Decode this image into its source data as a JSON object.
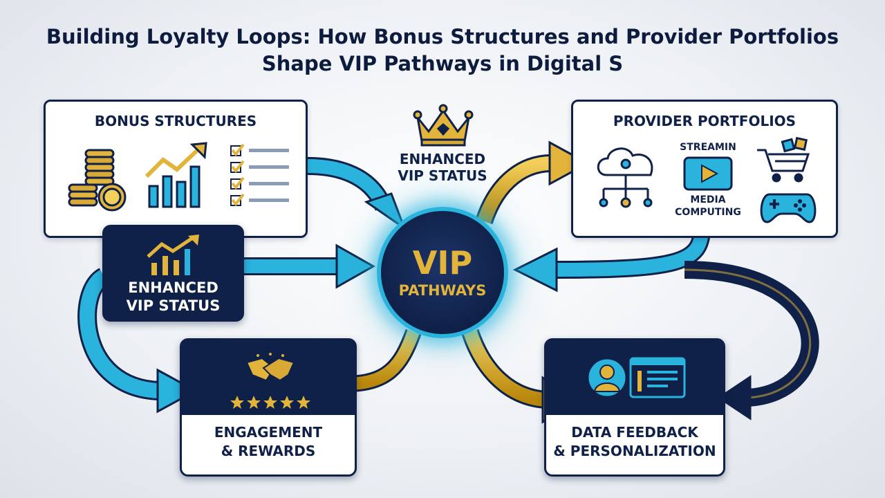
{
  "title": {
    "line1": "Building Loyalty Loops: How Bonus Structures and Provider Portfolios",
    "line2": "Shape VIP Pathways in Digital S"
  },
  "bonus_structures": {
    "title": "BONUS STRUCTURES"
  },
  "provider_portfolios": {
    "title": "PROVIDER PORTFOLIOS",
    "streaming_label": "STREAMIN",
    "media_label": "MEDIA",
    "computing_label": "COMPUTING"
  },
  "top_status": {
    "line1": "ENHANCED",
    "line2": "VIP STATUS"
  },
  "left_status": {
    "line1": "ENHANCED",
    "line2": "VIP STATUS"
  },
  "hub": {
    "line1": "VIP",
    "line2": "PATHWAYS"
  },
  "engagement": {
    "line1": "ENGAGEMENT",
    "line2": "& REWARDS"
  },
  "data_feedback": {
    "line1": "DATA FEEDBACK",
    "line2": "& PERSONALIZATION"
  },
  "colors": {
    "navy": "#0f2148",
    "cyan": "#2ab3dc",
    "gold": "#e3b43b",
    "deep_navy": "#0d1b3e"
  },
  "icons": [
    "coin-stack-icon",
    "growth-chart-icon",
    "checklist-icon",
    "crown-icon",
    "cloud-network-icon",
    "play-video-icon",
    "shopping-cart-icon",
    "gamepad-icon",
    "bar-chart-icon",
    "handshake-icon",
    "stars-icon",
    "user-profile-icon"
  ]
}
